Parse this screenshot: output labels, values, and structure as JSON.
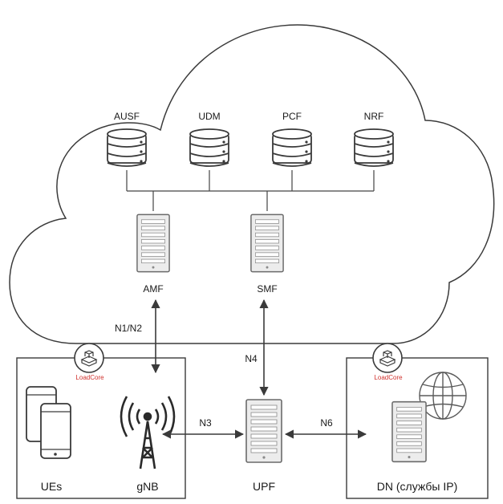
{
  "core": {
    "databases": [
      {
        "label": "AUSF"
      },
      {
        "label": "UDM"
      },
      {
        "label": "PCF"
      },
      {
        "label": "NRF"
      }
    ],
    "servers": [
      {
        "label": "AMF"
      },
      {
        "label": "SMF"
      }
    ]
  },
  "interfaces": {
    "n1n2": "N1/N2",
    "n4": "N4",
    "n3": "N3",
    "n6": "N6"
  },
  "left_box": {
    "brand": "LoadCore",
    "ues_label": "UEs",
    "gnb_label": "gNB"
  },
  "upf_label": "UPF",
  "right_box": {
    "brand": "LoadCore",
    "dn_label": "DN (службы IP)"
  },
  "colors": {
    "line": "#3a3a3a",
    "server_fill": "#e6e6e6",
    "brand": "#d0312d"
  }
}
